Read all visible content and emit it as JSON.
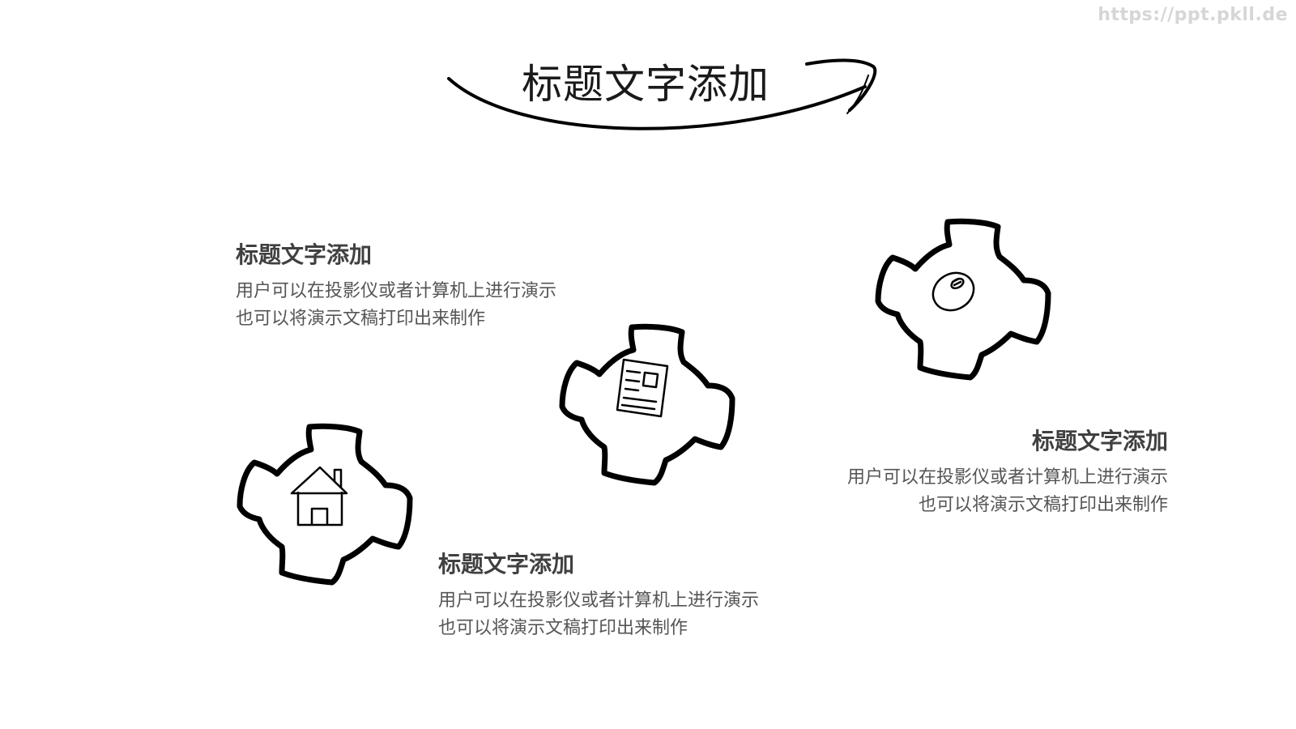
{
  "watermark": "https://ppt.pkll.de",
  "title": "标题文字添加",
  "blocks": [
    {
      "title": "标题文字添加",
      "line1": "用户可以在投影仪或者计算机上进行演示",
      "line2": "也可以将演示文稿打印出来制作"
    },
    {
      "title": "标题文字添加",
      "line1": "用户可以在投影仪或者计算机上进行演示",
      "line2": "也可以将演示文稿打印出来制作"
    },
    {
      "title": "标题文字添加",
      "line1": "用户可以在投影仪或者计算机上进行演示",
      "line2": "也可以将演示文稿打印出来制作"
    }
  ],
  "gears": [
    {
      "icon": "house-icon"
    },
    {
      "icon": "document-icon"
    },
    {
      "icon": "mouse-icon"
    }
  ],
  "colors": {
    "stroke": "#000000",
    "heading": "#404040",
    "body": "#555555",
    "watermark": "#d6d6d6"
  }
}
